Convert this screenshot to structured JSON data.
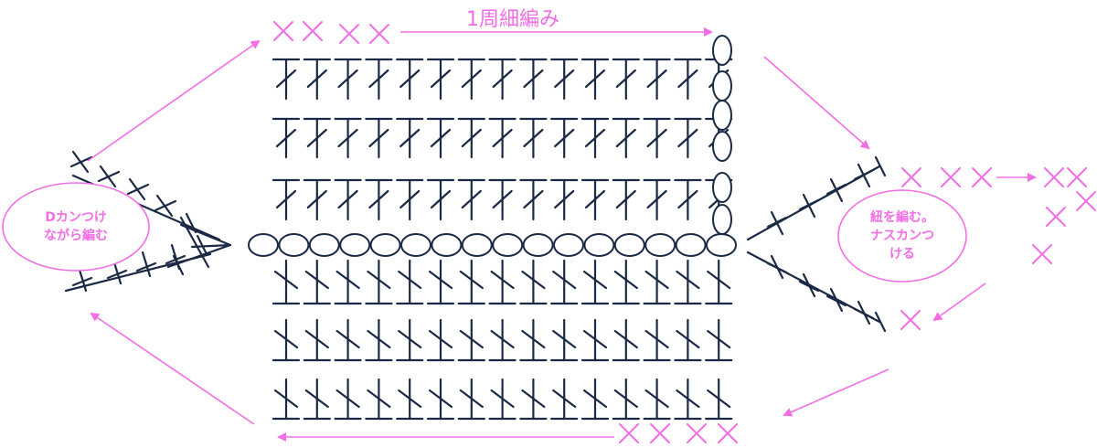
{
  "colors": {
    "stitch": "#1b2a44",
    "accent": "#f26ee4",
    "background": "#ffffff"
  },
  "labels": {
    "top_round": "1周細編み",
    "left_bubble_line1": "Dカンつけ",
    "left_bubble_line2": "ながら編む",
    "right_bubble_line1": "紐を編む。",
    "right_bubble_line2": "ナスカンつ",
    "right_bubble_line3": "ける"
  },
  "symbols": {
    "single_crochet": "×",
    "chain": "oval",
    "double_crochet": "T-crossed"
  },
  "chart": {
    "upper_rows": 3,
    "lower_rows": 3,
    "stitches_per_row": 15,
    "chain_count": 16
  }
}
